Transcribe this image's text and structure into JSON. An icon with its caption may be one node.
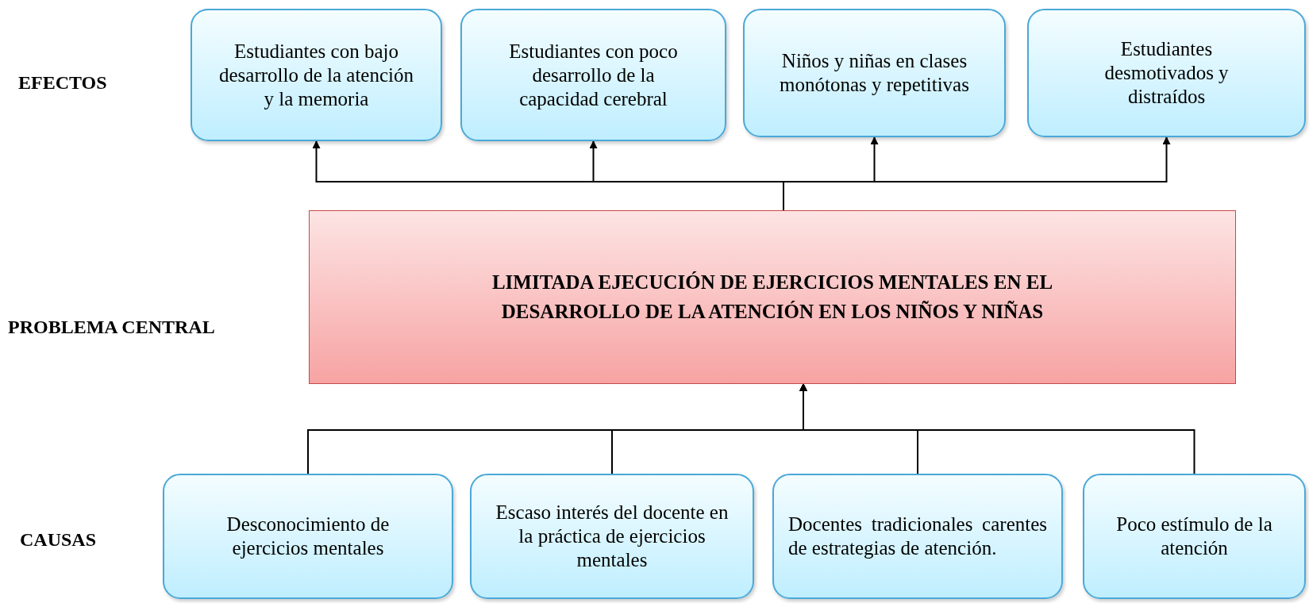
{
  "diagram": {
    "nodes": [
      {
        "text": [
          "Estudiantes con bajo desarrollo de la atención y la memoria"
        ]
      },
      {
        "text": [
          "Estudiantes con poco desarrollo de la capacidad cerebral"
        ]
      },
      {
        "text": [
          "Niños y niñas en clases monótonas y repetitivas"
        ]
      },
      {
        "text": [
          "Estudiantes desmotivados y distraídos"
        ]
      },
      {
        "text": [
          "LIMITADA EJECUCIÓN DE EJERCICIOS MENTALES EN EL DESARROLLO DE LA ATENCIÓN EN LOS NIÑOS Y NIÑAS"
        ]
      },
      {
        "text": [
          "Desconocimiento de ejercicios mentales"
        ]
      },
      {
        "text": [
          "Escaso interés del docente en la práctica de ejercicios mentales"
        ]
      },
      {
        "text": [
          "Docentes tradicionales carentes de estrategias de atención."
        ]
      },
      {
        "text": [
          "Poco estímulo de la atención"
        ]
      }
    ],
    "edges": [
      {
        "from": 4,
        "to": 0,
        "arrow": "to"
      },
      {
        "from": 4,
        "to": 1,
        "arrow": "to"
      },
      {
        "from": 4,
        "to": 2,
        "arrow": "to"
      },
      {
        "from": 4,
        "to": 3,
        "arrow": "to"
      },
      {
        "from": 5,
        "to": 4,
        "arrow": "to"
      },
      {
        "from": 6,
        "to": 4,
        "arrow": "to"
      },
      {
        "from": 7,
        "to": 4,
        "arrow": "to"
      },
      {
        "from": 8,
        "to": 4,
        "arrow": "to"
      }
    ],
    "labels": [
      "EFECTOS",
      "PROBLEMA CENTRAL",
      "CAUSAS"
    ]
  }
}
